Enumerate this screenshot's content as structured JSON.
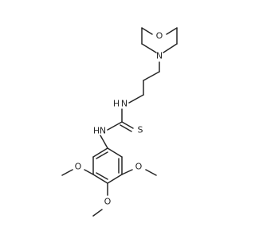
{
  "molecule": {
    "atoms": {
      "o_morpholine": "O",
      "n_morpholine": "N",
      "n_amine_upper": "N",
      "n_amine_lower": "N",
      "s_thione": "S",
      "o_methoxy_left": "O",
      "o_methoxy_right": "O",
      "o_methoxy_bottom": "O"
    },
    "hydrogens": {
      "n_amine_upper": "H",
      "n_amine_lower": "H"
    }
  }
}
